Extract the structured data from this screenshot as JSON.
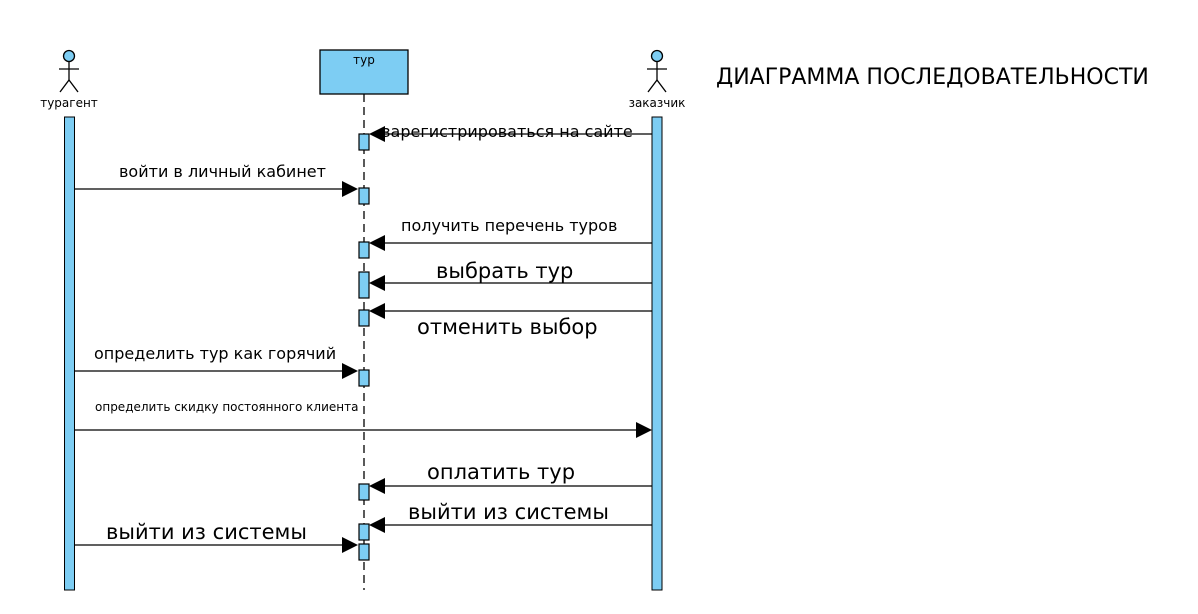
{
  "title": "ДИАГРАММА ПОСЛЕДОВАТЕЛЬНОСТИ",
  "colors": {
    "fill": "#7dcdf3",
    "stroke": "#000000",
    "actor_head": "#7dcdf3"
  },
  "participants": {
    "turagent": "турагент",
    "tour": "тур",
    "customer": "заказчик"
  },
  "messages": [
    {
      "label": "зарегистрироваться на сайте",
      "from": "customer",
      "to": "tour"
    },
    {
      "label": "войти в личный кабинет",
      "from": "turagent",
      "to": "tour"
    },
    {
      "label": "получить перечень туров",
      "from": "customer",
      "to": "tour"
    },
    {
      "label": "выбрать тур",
      "from": "customer",
      "to": "tour"
    },
    {
      "label": "отменить выбор",
      "from": "customer",
      "to": "tour"
    },
    {
      "label": "определить тур как горячий",
      "from": "turagent",
      "to": "tour"
    },
    {
      "label": "определить скидку постоянного клиента",
      "from": "turagent",
      "to": "customer"
    },
    {
      "label": "оплатить тур",
      "from": "customer",
      "to": "tour"
    },
    {
      "label": "выйти из системы",
      "from": "customer",
      "to": "tour"
    },
    {
      "label": "выйти из системы",
      "from": "turagent",
      "to": "tour"
    }
  ]
}
